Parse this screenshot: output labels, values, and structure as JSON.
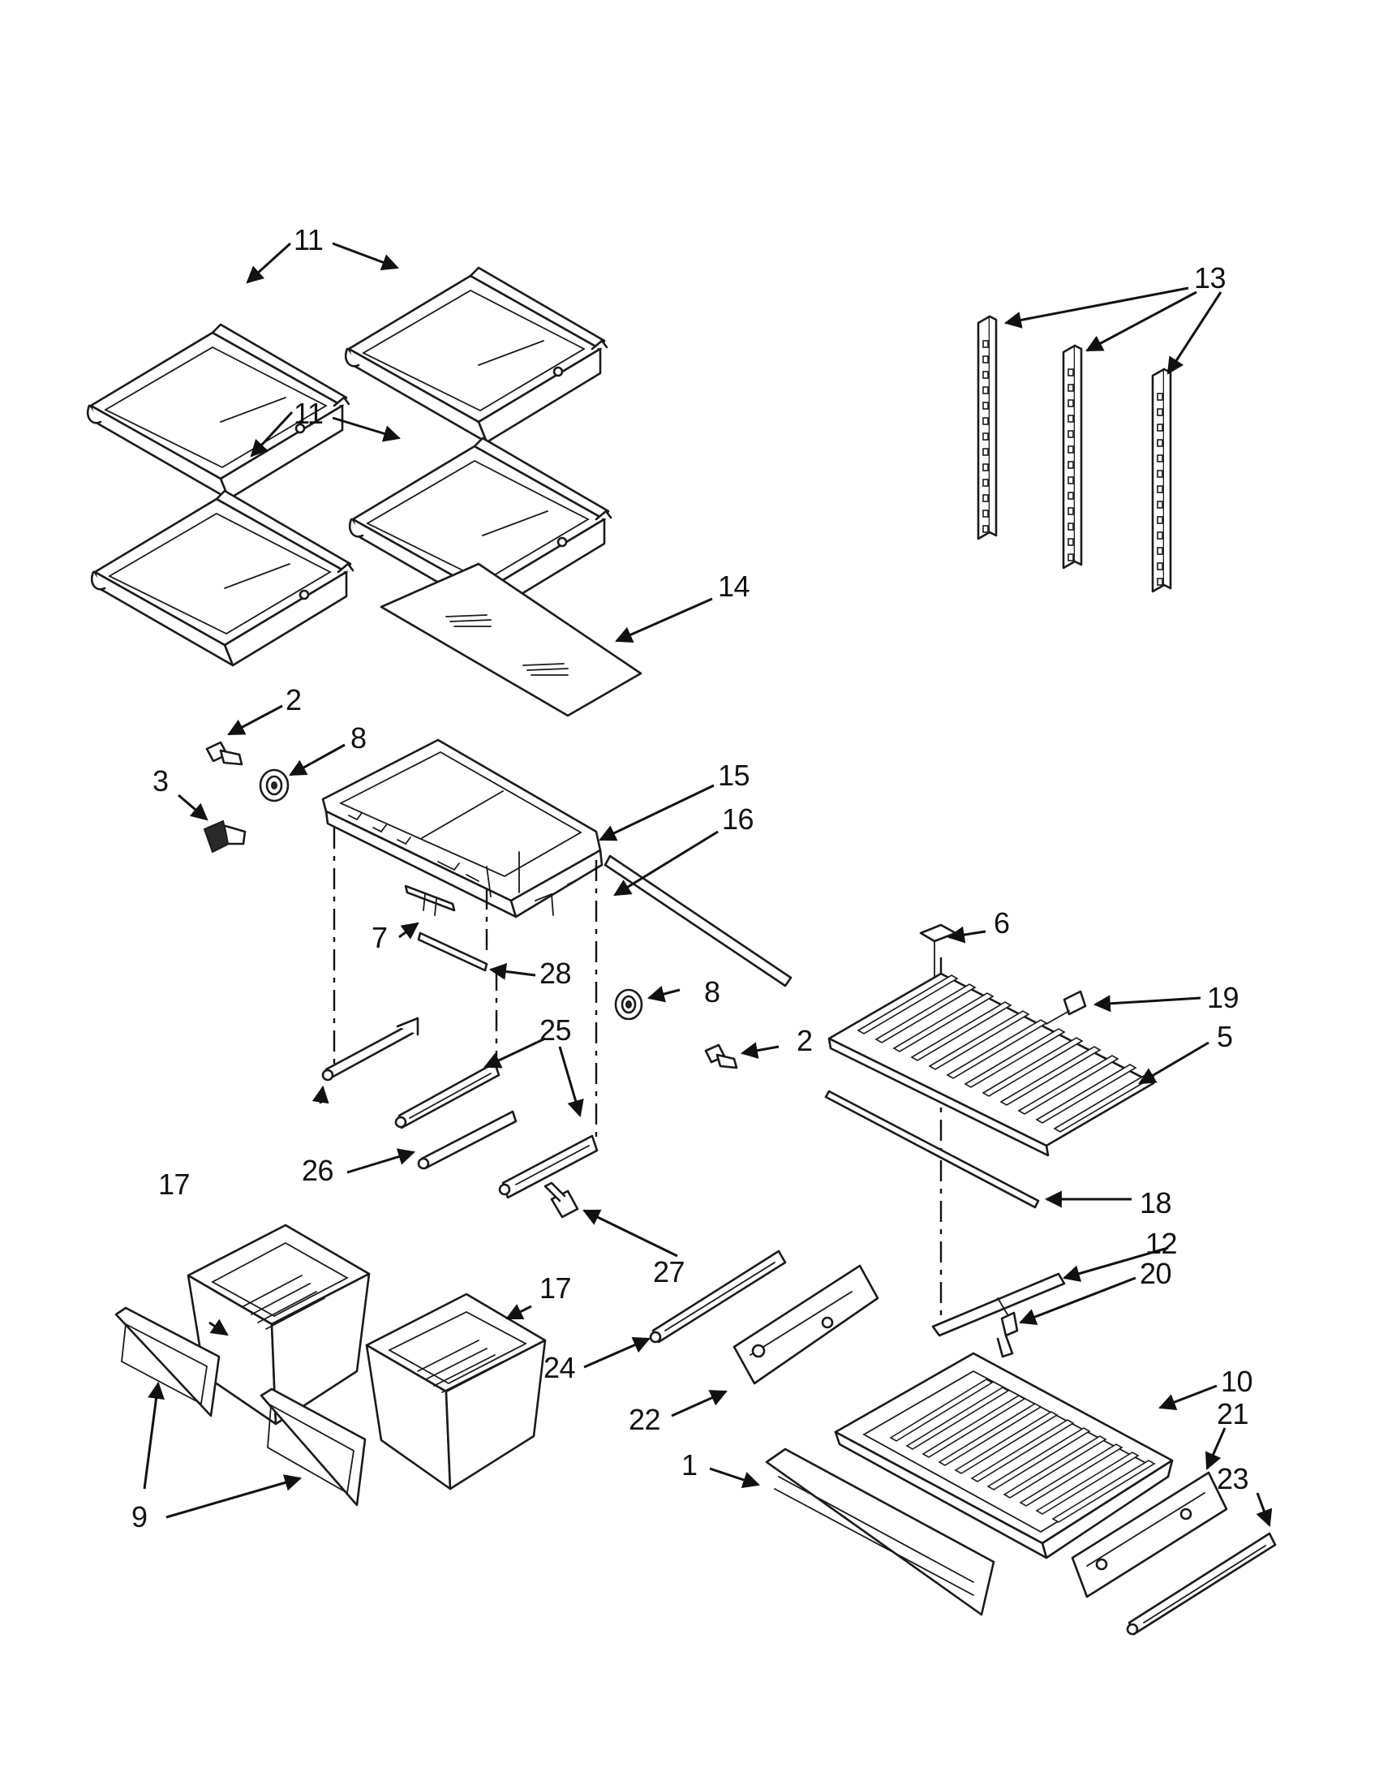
{
  "callouts": {
    "c1": "1",
    "c2a": "2",
    "c2b": "2",
    "c3": "3",
    "c5": "5",
    "c6": "6",
    "c7": "7",
    "c8a": "8",
    "c8b": "8",
    "c9": "9",
    "c10": "10",
    "c11a": "11",
    "c11b": "11",
    "c12": "12",
    "c13": "13",
    "c14": "14",
    "c15": "15",
    "c16": "16",
    "c17a": "17",
    "c17b": "17",
    "c18": "18",
    "c19": "19",
    "c20": "20",
    "c21": "21",
    "c22": "22",
    "c23": "23",
    "c24": "24",
    "c25": "25",
    "c26": "26",
    "c27": "27",
    "c28": "28"
  },
  "colors": {
    "ink": "#111111",
    "paper": "#ffffff"
  }
}
